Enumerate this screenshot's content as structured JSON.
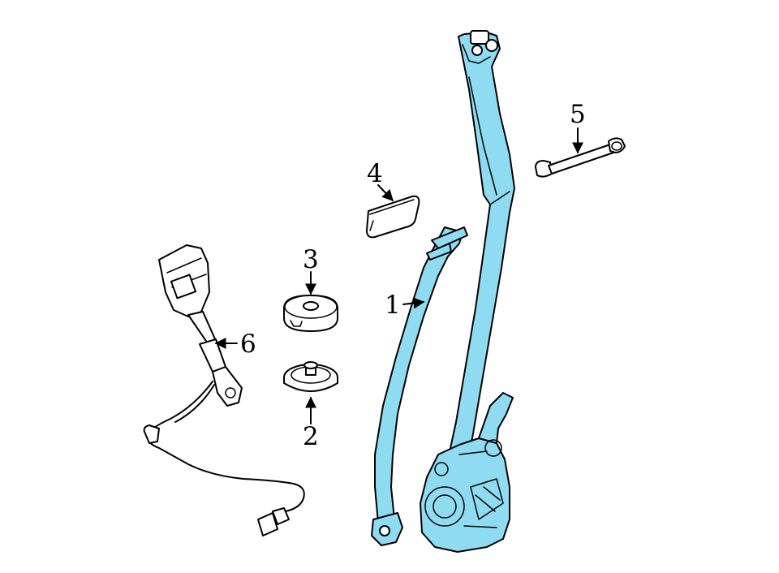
{
  "diagram": {
    "highlight_color": "#8fdcf2",
    "line_color": "#000000",
    "background": "#ffffff",
    "callouts": [
      {
        "id": "1",
        "label": "1"
      },
      {
        "id": "2",
        "label": "2"
      },
      {
        "id": "3",
        "label": "3"
      },
      {
        "id": "4",
        "label": "4"
      },
      {
        "id": "5",
        "label": "5"
      },
      {
        "id": "6",
        "label": "6"
      }
    ]
  }
}
